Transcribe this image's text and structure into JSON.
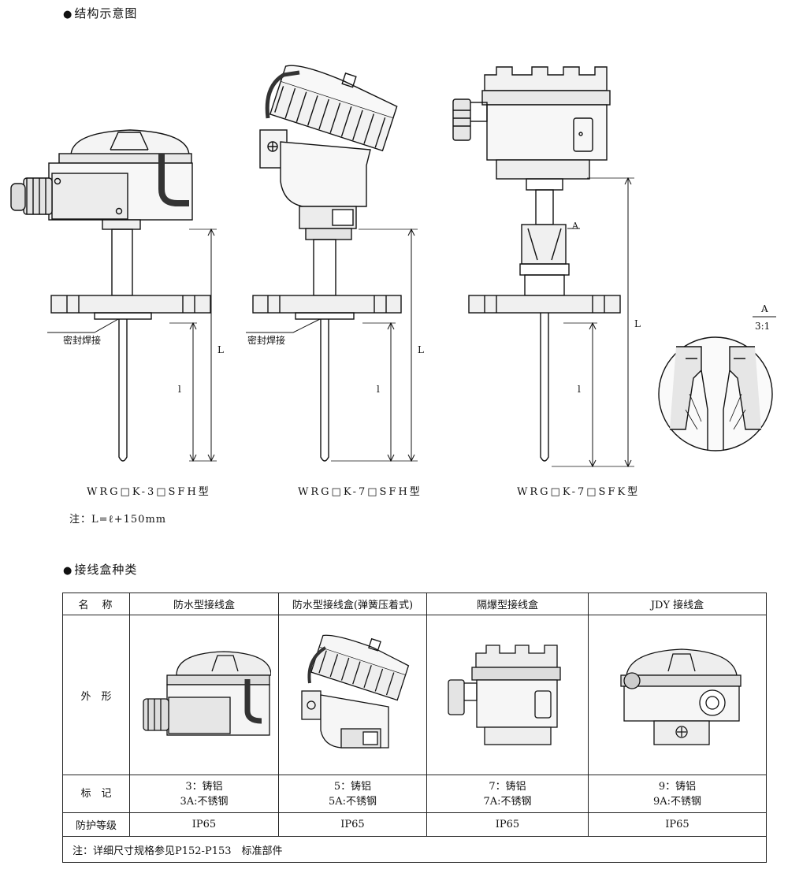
{
  "sections": {
    "structure_title": "结构示意图",
    "boxes_title": "接线盒种类"
  },
  "drawings": {
    "models": [
      "WRG□K-3□SFH型",
      "WRG□K-7□SFH型",
      "WRG□K-7□SFK型"
    ],
    "seal_label": "密封焊接",
    "dim_L": "L",
    "dim_l": "l",
    "detail_letter": "A",
    "detail_scale": "3:1",
    "note": "注：L=ℓ+150mm"
  },
  "table": {
    "header": [
      "名　称",
      "防水型接线盒",
      "防水型接线盒(弹簧压着式)",
      "隔爆型接线盒",
      "JDY 接线盒"
    ],
    "rows": {
      "shape_label": "外　形",
      "mark_label": "标　记",
      "marks": [
        [
          "3：铸铝",
          "3A:不锈钢"
        ],
        [
          "5：铸铝",
          "5A:不锈钢"
        ],
        [
          "7：铸铝",
          "7A:不锈钢"
        ],
        [
          "9：铸铝",
          "9A:不锈钢"
        ]
      ],
      "ip_label": "防护等级",
      "ip": [
        "IP65",
        "IP65",
        "IP65",
        "IP65"
      ]
    },
    "note": "注：详细尺寸规格参见P152-P153　标准部件"
  },
  "colors": {
    "ink": "#111111",
    "box_fill": "#f2f2f2"
  }
}
